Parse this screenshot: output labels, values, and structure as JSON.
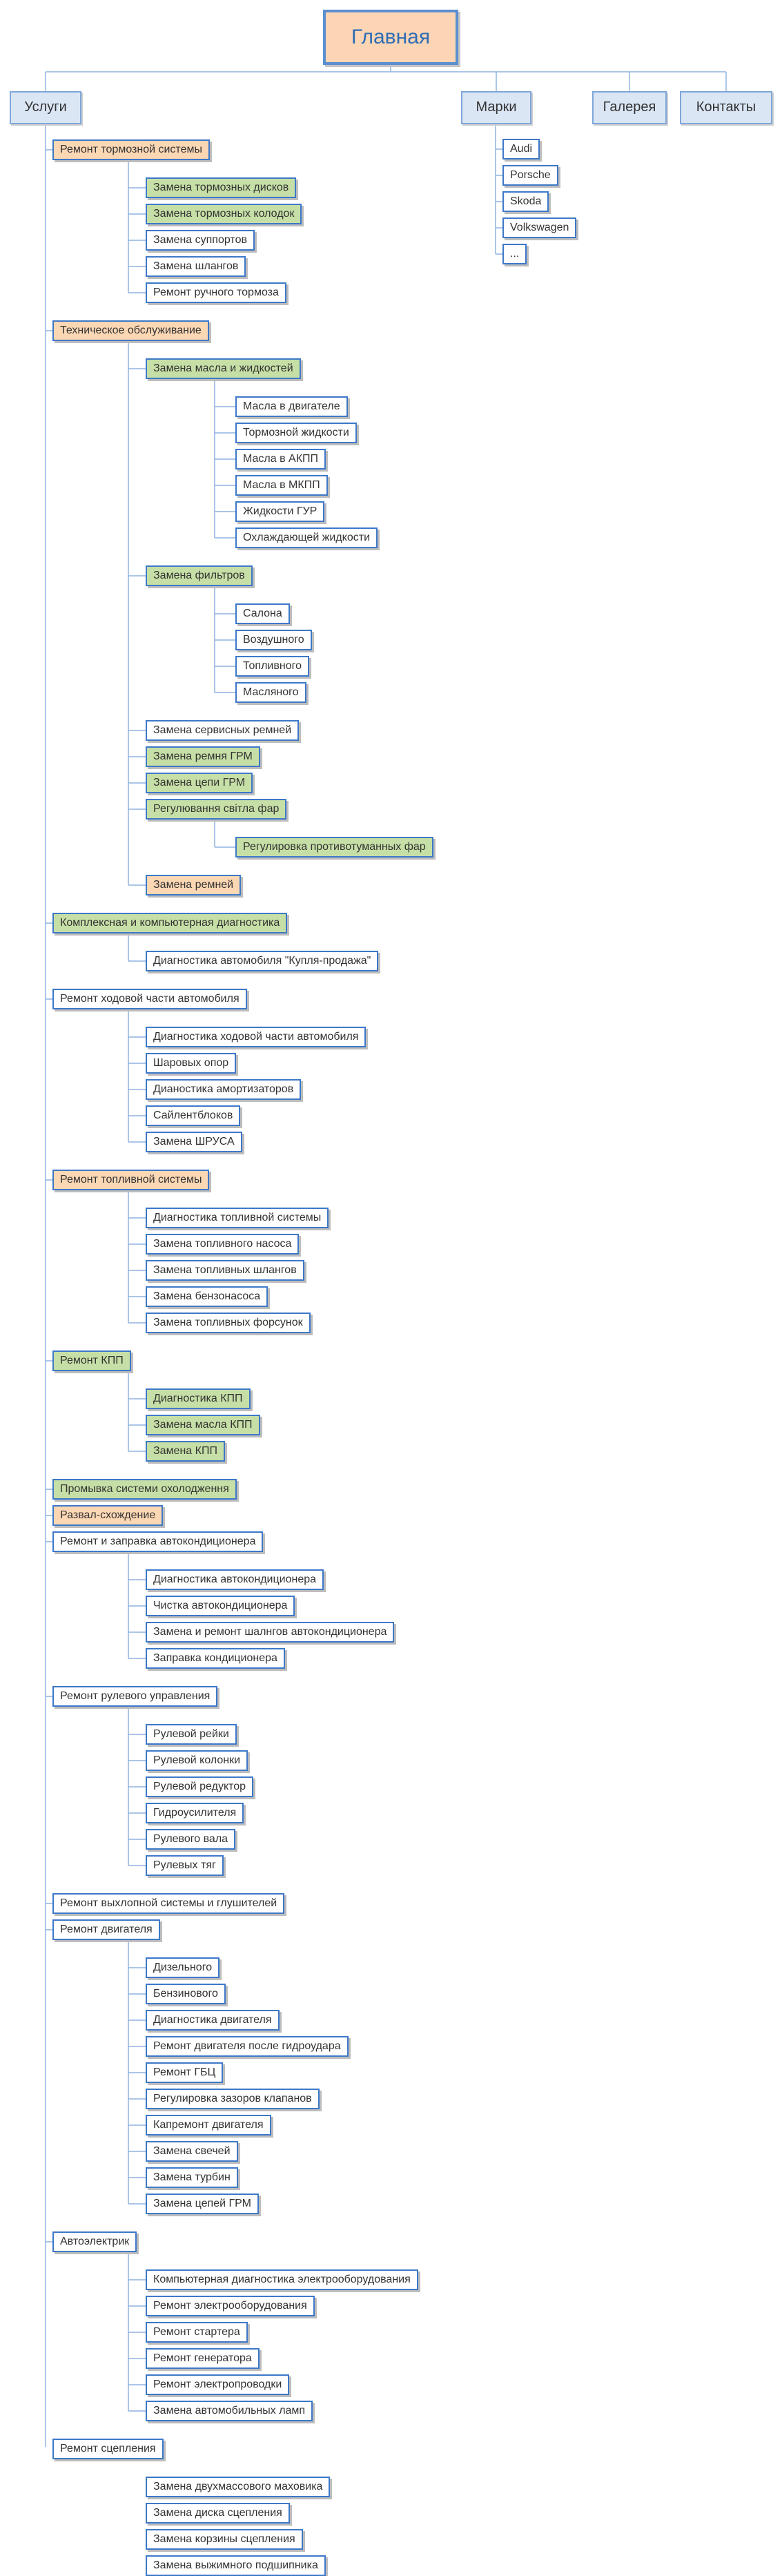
{
  "root": {
    "label": "Главная"
  },
  "nav": [
    {
      "label": "Услуги"
    },
    {
      "label": "Марки",
      "items": [
        "Audi",
        "Porsche",
        "Skoda",
        "Volkswagen",
        "..."
      ]
    },
    {
      "label": "Галерея"
    },
    {
      "label": "Контакты"
    }
  ],
  "colors": {
    "line": "#8fb2e0",
    "border": "#3d78c8",
    "orange": "#fcd7b4",
    "green": "#c6dfa6",
    "blue": "#dbe6f4"
  },
  "services": [
    {
      "label": "Ремонт тормозной системы",
      "color": "orange",
      "children": [
        {
          "label": "Замена тормозных дисков",
          "color": "green"
        },
        {
          "label": "Замена тормозных колодок",
          "color": "green"
        },
        {
          "label": "Замена суппортов"
        },
        {
          "label": "Замена шлангов"
        },
        {
          "label": "Ремонт ручного тормоза"
        }
      ]
    },
    {
      "label": "Техническое обслуживание",
      "color": "orange",
      "children": [
        {
          "label": "Замена масла и жидкостей",
          "color": "green",
          "children": [
            {
              "label": "Масла в двигателе"
            },
            {
              "label": "Тормозной жидкости"
            },
            {
              "label": "Масла в АКПП"
            },
            {
              "label": "Масла в МКПП"
            },
            {
              "label": "Жидкости ГУР"
            },
            {
              "label": "Охлаждающей жидкости"
            }
          ]
        },
        {
          "label": "Замена фильтров",
          "color": "green",
          "children": [
            {
              "label": "Салона"
            },
            {
              "label": "Воздушного"
            },
            {
              "label": "Топливного"
            },
            {
              "label": "Масляного"
            }
          ]
        },
        {
          "label": "Замена сервисных ремней"
        },
        {
          "label": "Замена ремня ГРМ",
          "color": "green"
        },
        {
          "label": "Замена цепи ГРМ",
          "color": "green"
        },
        {
          "label": "Регулювання світла фар",
          "color": "green",
          "children": [
            {
              "label": "Регулировка противотуманных фар",
              "color": "green"
            }
          ]
        },
        {
          "label": "Замена ремней",
          "color": "orange"
        }
      ]
    },
    {
      "label": "Комплексная и компьютерная диагностика",
      "color": "green",
      "children": [
        {
          "label": "Диагностика автомобиля \"Купля-продажа\""
        }
      ]
    },
    {
      "label": "Ремонт ходовой части автомобиля",
      "children": [
        {
          "label": "Диагностика ходовой части автомобиля"
        },
        {
          "label": "Шаровых опор"
        },
        {
          "label": "Дианостика амортизаторов"
        },
        {
          "label": "Сайлентблоков"
        },
        {
          "label": "Замена ШРУСА"
        }
      ]
    },
    {
      "label": "Ремонт топливной системы",
      "color": "orange",
      "children": [
        {
          "label": "Диагностика топливной системы"
        },
        {
          "label": "Замена топливного насоса"
        },
        {
          "label": "Замена топливных шлангов"
        },
        {
          "label": "Замена бензонасоса"
        },
        {
          "label": "Замена топливных форсунок"
        }
      ]
    },
    {
      "label": "Ремонт КПП",
      "color": "green",
      "children": [
        {
          "label": "Диагностика КПП",
          "color": "green"
        },
        {
          "label": "Замена масла КПП",
          "color": "green"
        },
        {
          "label": "Замена КПП",
          "color": "green"
        }
      ]
    },
    {
      "label": "Промывка системи охолодження",
      "color": "green"
    },
    {
      "label": "Развал-схождение",
      "color": "orange"
    },
    {
      "label": "Ремонт и заправка автокондиционера",
      "children": [
        {
          "label": "Диагностика автокондиционера"
        },
        {
          "label": "Чистка автокондиционера"
        },
        {
          "label": "Замена и ремонт шалнгов автокондиционера"
        },
        {
          "label": "Заправка кондиционера"
        }
      ]
    },
    {
      "label": "Ремонт рулевого управления",
      "children": [
        {
          "label": "Рулевой рейки"
        },
        {
          "label": "Рулевой колонки"
        },
        {
          "label": "Рулевой редуктор"
        },
        {
          "label": "Гидроусилителя"
        },
        {
          "label": "Рулевого вала"
        },
        {
          "label": "Рулевых тяг"
        }
      ]
    },
    {
      "label": "Ремонт выхлопной системы и глушителей"
    },
    {
      "label": "Ремонт двигателя",
      "children": [
        {
          "label": "Дизельного"
        },
        {
          "label": "Бензинового"
        },
        {
          "label": "Диагностика двигателя"
        },
        {
          "label": "Ремонт двигателя после гидроудара"
        },
        {
          "label": "Ремонт ГБЦ"
        },
        {
          "label": "Регулировка зазоров клапанов"
        },
        {
          "label": "Капремонт двигателя"
        },
        {
          "label": "Замена свечей"
        },
        {
          "label": "Замена турбин"
        },
        {
          "label": "Замена цепей ГРМ"
        }
      ]
    },
    {
      "label": "Автоэлектрик",
      "children": [
        {
          "label": "Компьютерная диагностика электрооборудования"
        },
        {
          "label": "Ремонт электрооборудования"
        },
        {
          "label": "Ремонт стартера"
        },
        {
          "label": "Ремонт генератора"
        },
        {
          "label": "Ремонт электропроводки"
        },
        {
          "label": "Замена автомобильных ламп"
        }
      ]
    },
    {
      "label": "Ремонт сцепления",
      "children": [
        {
          "label": "Замена двухмассового маховика"
        },
        {
          "label": "Замена диска сцепления"
        },
        {
          "label": "Замена корзины сцепления"
        },
        {
          "label": "Замена выжимного подшипника"
        }
      ]
    }
  ]
}
